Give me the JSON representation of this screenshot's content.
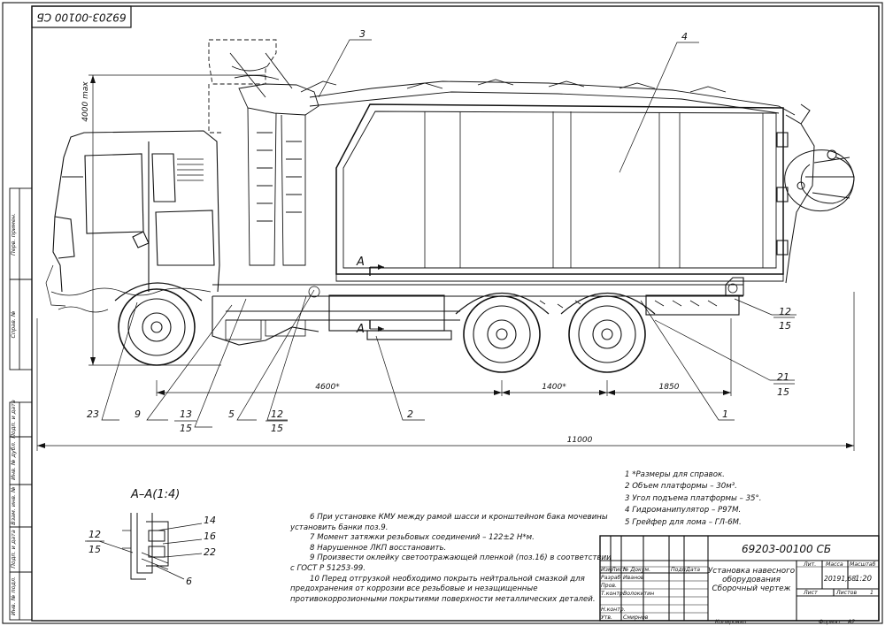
{
  "drawing_number": "69203-00100 СБ",
  "drawing_number_rotated": "69203-00100 СБ",
  "callouts": {
    "c1": "1",
    "c2": "2",
    "c3": "3",
    "c4": "4",
    "c5": "5",
    "c9": "9",
    "c12a": "12",
    "c15a": "15",
    "c21": "21",
    "c15b": "15",
    "c23": "23",
    "c13": "13",
    "c15c": "15",
    "c12b": "12",
    "c15d": "15",
    "c14": "14",
    "c16": "16",
    "c22": "22",
    "c12c": "12",
    "c15e": "15",
    "c6": "6"
  },
  "dimensions": {
    "height": "4000 max",
    "wheelbase_front": "4600*",
    "wheelbase_rear": "1400*",
    "rear_overhang": "1850",
    "overall_length": "11000"
  },
  "section_marks": {
    "a_top": "A",
    "a_bottom": "A"
  },
  "section_view": {
    "title": "А–А(1:4)"
  },
  "specs": [
    "1 *Размеры для справок.",
    "2 Объем платформы – 30м³.",
    "3 Угол подъема платформы – 35°.",
    "4 Гидроманипулятор – Р97М.",
    "5 Грейфер для лома – ГЛ-6М."
  ],
  "notes": [
    "6 При установке КМУ между рамой шасси и кронштейном бака мочевины",
    "установить банки поз.9.",
    "7 Момент затяжки резьбовых соединений – 122±2 Н*м.",
    "8 Нарушенное ЛКП восстановить.",
    "9 Произвести оклейку светоотражающей пленкой (поз.16) в соответствии",
    "с ГОСТ Р 51253-99.",
    "10 Перед отгрузкой необходимо покрыть нейтральной смазкой для",
    "предохранения от коррозии все резьбовые и незащищенные",
    "противокоррозионными покрытиями поверхности металлических деталей."
  ],
  "title_block": {
    "designation": "69203-00100 СБ",
    "name_line1": "Установка навесного",
    "name_line2": "оборудования",
    "name_line3": "Сборочный чертеж",
    "hdr_izm": "Изм",
    "hdr_list": "Лист",
    "hdr_ndokum": "№ Докум.",
    "hdr_podp": "Подп.",
    "hdr_data": "Дата",
    "role_razrab": "Разраб.",
    "name_razrab": "Иванов",
    "role_prov": "Пров.",
    "role_tkontr": "Т.контр.",
    "name_tkontr": "Волокитин",
    "role_nkontr": "Н.контр.",
    "role_utv": "Утв.",
    "name_utv": "Смирнов",
    "hdr_lit": "Лит.",
    "hdr_massa": "Масса",
    "hdr_masshtab": "Масштаб",
    "massa": "20191,68",
    "masshtab": "1:20",
    "hdr_list2": "Лист",
    "hdr_listov": "Листов",
    "listov": "1",
    "copied": "Копировал",
    "format_label": "Формат",
    "format": "А2"
  },
  "side_stamp": {
    "perv_primen": "Перв. примен.",
    "sprav_no": "Справ. №",
    "podp_data1": "Подп. и дата",
    "inv_dubl": "Инв. № дубл.",
    "vzam_inv": "Взам. инв. №",
    "podp_data2": "Подп. и дата",
    "inv_podl": "Инв. № подл."
  }
}
